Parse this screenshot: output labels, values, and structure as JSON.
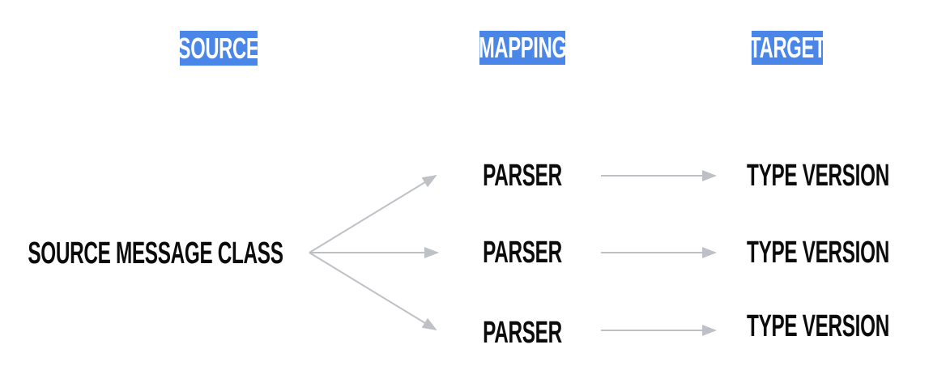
{
  "columns": [
    {
      "label": "SOURCE"
    },
    {
      "label": "MAPPING"
    },
    {
      "label": "TARGET"
    }
  ],
  "source_node": {
    "label": "SOURCE MESSAGE CLASS"
  },
  "rows": [
    {
      "parser": "PARSER",
      "target": "TYPE VERSION"
    },
    {
      "parser": "PARSER",
      "target": "TYPE VERSION"
    },
    {
      "parser": "PARSER",
      "target": "TYPE VERSION"
    }
  ],
  "colors": {
    "header_bg": "#4A86E8",
    "header_text": "#FFFFFF",
    "label_text": "#0B0B0B",
    "arrow": "#BDC1C6",
    "background": "#FFFFFF"
  }
}
